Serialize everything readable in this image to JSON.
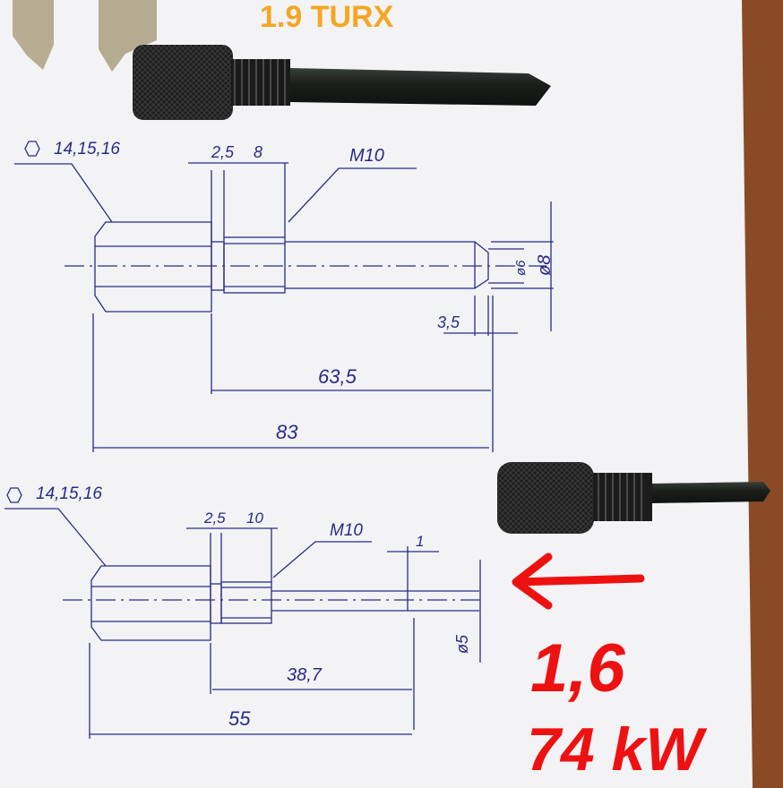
{
  "top_label": "1.9 TURX",
  "drawing_top": {
    "hex_sizes": "14,15,16",
    "dim_collar": "2,5",
    "dim_thread_len": "8",
    "thread": "M10",
    "dim_tip_small": "ø6",
    "dim_tip_big": "ø8",
    "dim_chamfer": "3,5",
    "dim_shank": "63,5",
    "dim_total": "83"
  },
  "drawing_bottom": {
    "hex_sizes": "14,15,16",
    "dim_collar": "2,5",
    "dim_thread_len": "10",
    "thread": "M10",
    "dim_tip": "1",
    "dim_diameter": "ø5",
    "dim_shank": "38,7",
    "dim_total": "55"
  },
  "red_note": {
    "engine": "1,6",
    "power": "74 kW"
  },
  "colors": {
    "paper": "#f4f4f6",
    "wood": "#8a4a26",
    "ink": "#2a2a8a",
    "marker_red": "#ee1111",
    "marker_orange": "#f5a623"
  }
}
